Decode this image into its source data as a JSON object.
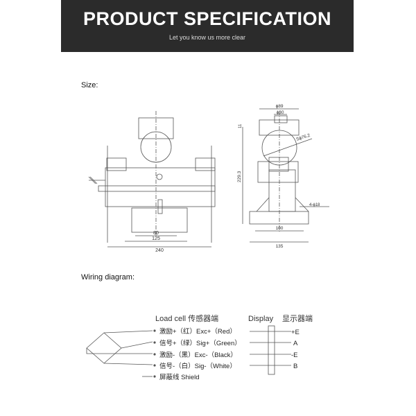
{
  "header": {
    "title": "PRODUCT SPECIFICATION",
    "subtitle": "Let you know us more clear"
  },
  "size_label": "Size:",
  "front_view": {
    "dims": [
      "80",
      "125",
      "240"
    ]
  },
  "side_view": {
    "dims": [
      "ϕ89",
      "ϕ30",
      "11",
      "Sϕ76.2",
      "229.3",
      "4-ϕ18",
      "100",
      "135"
    ]
  },
  "wiring_label": "Wiring diagram:",
  "wiring": {
    "loadcell_title": "Load cell 传感器端",
    "display_title": "Display",
    "display_cn": "显示器端",
    "rows": [
      {
        "wire": "激励+（红）Exc+（Red）",
        "terminal": "+E"
      },
      {
        "wire": "信号+（绿）Sig+（Green）",
        "terminal": "A"
      },
      {
        "wire": "激励-（黑）Exc-（Black）",
        "terminal": "-E"
      },
      {
        "wire": "信号-（白）Sig-（White）",
        "terminal": "B"
      },
      {
        "wire": "屏蔽线 Shield",
        "terminal": ""
      }
    ]
  }
}
